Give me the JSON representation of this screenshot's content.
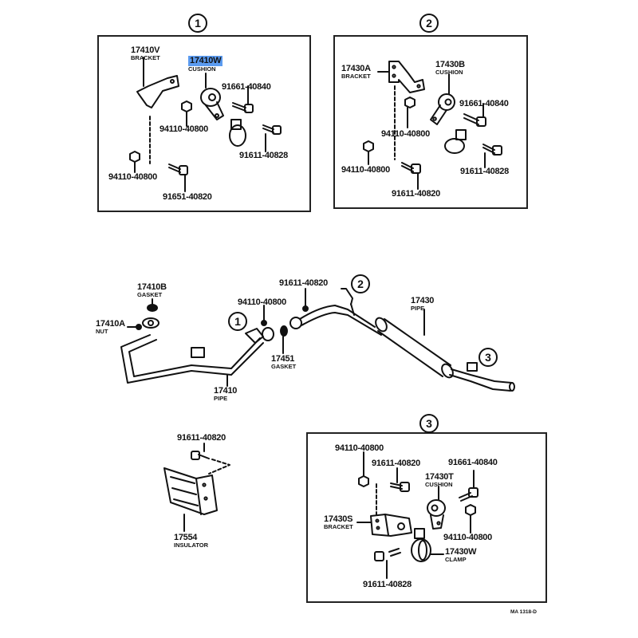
{
  "diagram": {
    "title": "Exhaust pipe system parts diagram",
    "footer_code": "MA 1318-D",
    "highlight_color": "#5b9bf0",
    "callouts": [
      "1",
      "2",
      "3"
    ]
  },
  "detail_1": {
    "callout": "1",
    "parts": [
      {
        "number": "17410V",
        "name": "BRACKET"
      },
      {
        "number": "17410W",
        "name": "CUSHION",
        "highlighted": true
      },
      {
        "number": "91661-40840",
        "name": ""
      },
      {
        "number": "94110-40800",
        "name": ""
      },
      {
        "number": "91611-40828",
        "name": ""
      },
      {
        "number": "94110-40800",
        "name": ""
      },
      {
        "number": "91651-40820",
        "name": ""
      }
    ]
  },
  "detail_2": {
    "callout": "2",
    "parts": [
      {
        "number": "17430A",
        "name": "BRACKET"
      },
      {
        "number": "17430B",
        "name": "CUSHION"
      },
      {
        "number": "91661-40840",
        "name": ""
      },
      {
        "number": "94110-40800",
        "name": ""
      },
      {
        "number": "94110-40800",
        "name": ""
      },
      {
        "number": "91611-40828",
        "name": ""
      },
      {
        "number": "91611-40820",
        "name": ""
      }
    ]
  },
  "main_assembly": {
    "callouts": [
      "1",
      "2",
      "3"
    ],
    "parts": [
      {
        "number": "17410B",
        "name": "GASKET"
      },
      {
        "number": "17410A",
        "name": "NUT"
      },
      {
        "number": "94110-40800",
        "name": ""
      },
      {
        "number": "91611-40820",
        "name": ""
      },
      {
        "number": "17430",
        "name": "PIPE"
      },
      {
        "number": "17451",
        "name": "GASKET"
      },
      {
        "number": "17410",
        "name": "PIPE"
      }
    ]
  },
  "insulator": {
    "parts": [
      {
        "number": "91611-40820",
        "name": ""
      },
      {
        "number": "17554",
        "name": "INSULATOR"
      }
    ]
  },
  "detail_3": {
    "callout": "3",
    "parts": [
      {
        "number": "94110-40800",
        "name": ""
      },
      {
        "number": "91611-40820",
        "name": ""
      },
      {
        "number": "91661-40840",
        "name": ""
      },
      {
        "number": "17430T",
        "name": "CUSHION"
      },
      {
        "number": "17430S",
        "name": "BRACKET"
      },
      {
        "number": "94110-40800",
        "name": ""
      },
      {
        "number": "17430W",
        "name": "CLAMP"
      },
      {
        "number": "91611-40828",
        "name": ""
      }
    ]
  }
}
